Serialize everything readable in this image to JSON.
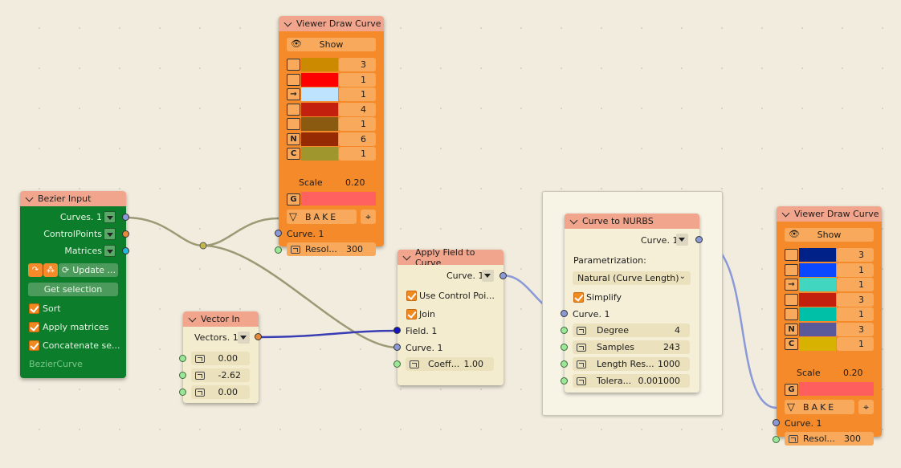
{
  "viewer_top": {
    "title": "Viewer Draw Curve",
    "show_label": "Show",
    "rows": [
      {
        "icon": "vertices-icon",
        "color": "#cc8a00",
        "value": "3"
      },
      {
        "icon": "edges-icon",
        "color": "#ff0000",
        "value": "1"
      },
      {
        "icon": "arrow-right-icon",
        "glyph": "→",
        "color": "#bde3ff",
        "value": "1"
      },
      {
        "icon": "diamond-icon",
        "color": "#c4200e",
        "value": "4"
      },
      {
        "icon": "lines-icon",
        "color": "#8a5a10",
        "value": "1"
      },
      {
        "icon": "n-letter-icon",
        "glyph": "N",
        "color": "#962a02",
        "value": "6"
      },
      {
        "icon": "c-letter-icon",
        "glyph": "C",
        "color": "#a0962e",
        "value": "1"
      }
    ],
    "scale_label": "Scale",
    "scale_value": "0.20",
    "g_glyph": "G",
    "g_color": "#ff6060",
    "bake_label": "BAKE",
    "input_curve": "Curve. 1",
    "resol_label": "Resol...",
    "resol_value": "300"
  },
  "bezier_input": {
    "title": "Bezier Input",
    "outputs": [
      "Curves. 1",
      "ControlPoints",
      "Matrices"
    ],
    "update_label": "Update ...",
    "get_selection_label": "Get selection",
    "checks": [
      "Sort",
      "Apply matrices",
      "Concatenate se..."
    ],
    "footer": "BezierCurve"
  },
  "vector_in": {
    "title": "Vector In",
    "output": "Vectors. 1",
    "values": [
      "0.00",
      "-2.62",
      "0.00"
    ]
  },
  "apply_field": {
    "title": "Apply Field to Curve",
    "output": "Curve. 1",
    "check1": "Use Control Poi...",
    "check2": "Join",
    "input_field": "Field. 1",
    "input_curve": "Curve. 1",
    "coeff_label": "Coeff...",
    "coeff_value": "1.00"
  },
  "curve_nurbs": {
    "title": "Curve to NURBS",
    "output": "Curve. 1",
    "param_label": "Parametrization:",
    "param_value": "Natural (Curve Length)",
    "simplify_label": "Simplify",
    "input_curve": "Curve. 1",
    "fields": [
      {
        "label": "Degree",
        "value": "4"
      },
      {
        "label": "Samples",
        "value": "243"
      },
      {
        "label": "Length Res...",
        "value": "1000"
      },
      {
        "label": "Tolera...",
        "value": "0.001000"
      }
    ]
  },
  "viewer_right": {
    "title": "Viewer Draw Curve",
    "show_label": "Show",
    "rows": [
      {
        "icon": "vertices-icon",
        "color": "#002288",
        "value": "3"
      },
      {
        "icon": "edges-icon",
        "color": "#0a48ff",
        "value": "1"
      },
      {
        "icon": "arrow-right-icon",
        "glyph": "→",
        "color": "#40d6c0",
        "value": "1"
      },
      {
        "icon": "diamond-icon",
        "color": "#c4200e",
        "value": "3"
      },
      {
        "icon": "lines-icon",
        "color": "#00c0a8",
        "value": "1"
      },
      {
        "icon": "n-letter-icon",
        "glyph": "N",
        "color": "#5a5a9a",
        "value": "3"
      },
      {
        "icon": "c-letter-icon",
        "glyph": "C",
        "color": "#d8b200",
        "value": "1"
      }
    ],
    "scale_label": "Scale",
    "scale_value": "0.20",
    "g_glyph": "G",
    "g_color": "#ff5e5e",
    "bake_label": "BAKE",
    "input_curve": "Curve. 1",
    "resol_label": "Resol...",
    "resol_value": "300"
  }
}
